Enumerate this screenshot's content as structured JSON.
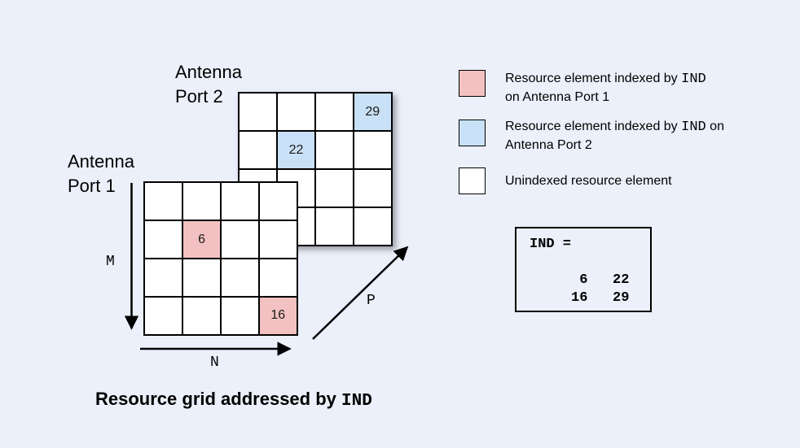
{
  "colors": {
    "background": "#ebf0fa",
    "port1_highlight": "#f3c1c1",
    "port2_highlight": "#c8e1f6",
    "unindexed": "#ffffff",
    "grid_line": "#000000"
  },
  "figure": {
    "antenna_port_2_label": "Antenna\nPort 2",
    "antenna_port_1_label": "Antenna\nPort 1",
    "axis_m": "M",
    "axis_n": "N",
    "axis_p": "P"
  },
  "grids": {
    "port1": {
      "name": "Antenna Port 1",
      "rows": 4,
      "cols": 4,
      "highlight_color_key": "port1_highlight",
      "highlighted_cells": [
        {
          "row": 1,
          "col": 1,
          "value": "6"
        },
        {
          "row": 3,
          "col": 3,
          "value": "16"
        }
      ]
    },
    "port2": {
      "name": "Antenna Port 2",
      "rows": 4,
      "cols": 4,
      "highlight_color_key": "port2_highlight",
      "highlighted_cells": [
        {
          "row": 0,
          "col": 3,
          "value": "29"
        },
        {
          "row": 1,
          "col": 1,
          "value": "22"
        }
      ]
    }
  },
  "legend": {
    "items": [
      {
        "swatch_color_key": "port1_highlight",
        "line1_pre": "Resource element indexed by ",
        "code": "IND",
        "line1_post": "",
        "line2": "on Antenna Port 1"
      },
      {
        "swatch_color_key": "port2_highlight",
        "line1_pre": "Resource element indexed by ",
        "code": "IND",
        "line1_post": " on",
        "line2": "Antenna Port 2"
      },
      {
        "swatch_color_key": "unindexed",
        "line1_pre": "Unindexed resource element",
        "code": "",
        "line1_post": "",
        "line2": ""
      }
    ]
  },
  "ind_output": {
    "text": "IND =\n\n      6   22\n     16   29"
  },
  "caption": {
    "text": "Resource grid addressed by ",
    "code": "IND"
  }
}
